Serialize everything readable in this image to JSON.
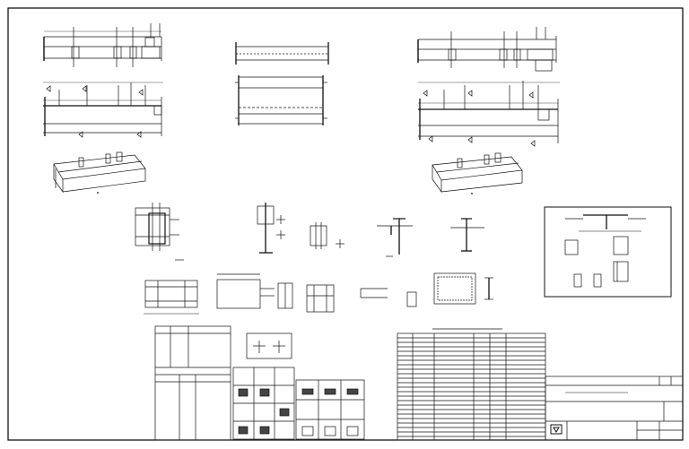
{
  "drawing": {
    "border_color": "#000000",
    "line_color": "#111111",
    "note_box_title": "",
    "revision_box": ""
  },
  "views": [
    {
      "id": "beam-elevation-1",
      "kind": "elevation"
    },
    {
      "id": "beam-plan-1",
      "kind": "plan"
    },
    {
      "id": "beam-iso-1",
      "kind": "isometric"
    },
    {
      "id": "beam-elevation-2",
      "kind": "elevation"
    },
    {
      "id": "beam-plan-2",
      "kind": "plan"
    },
    {
      "id": "beam-elevation-3",
      "kind": "elevation"
    },
    {
      "id": "beam-plan-3",
      "kind": "plan"
    },
    {
      "id": "beam-iso-3",
      "kind": "isometric"
    }
  ],
  "tables": {
    "left_table_rows": 9,
    "material_table_rows": 22
  }
}
